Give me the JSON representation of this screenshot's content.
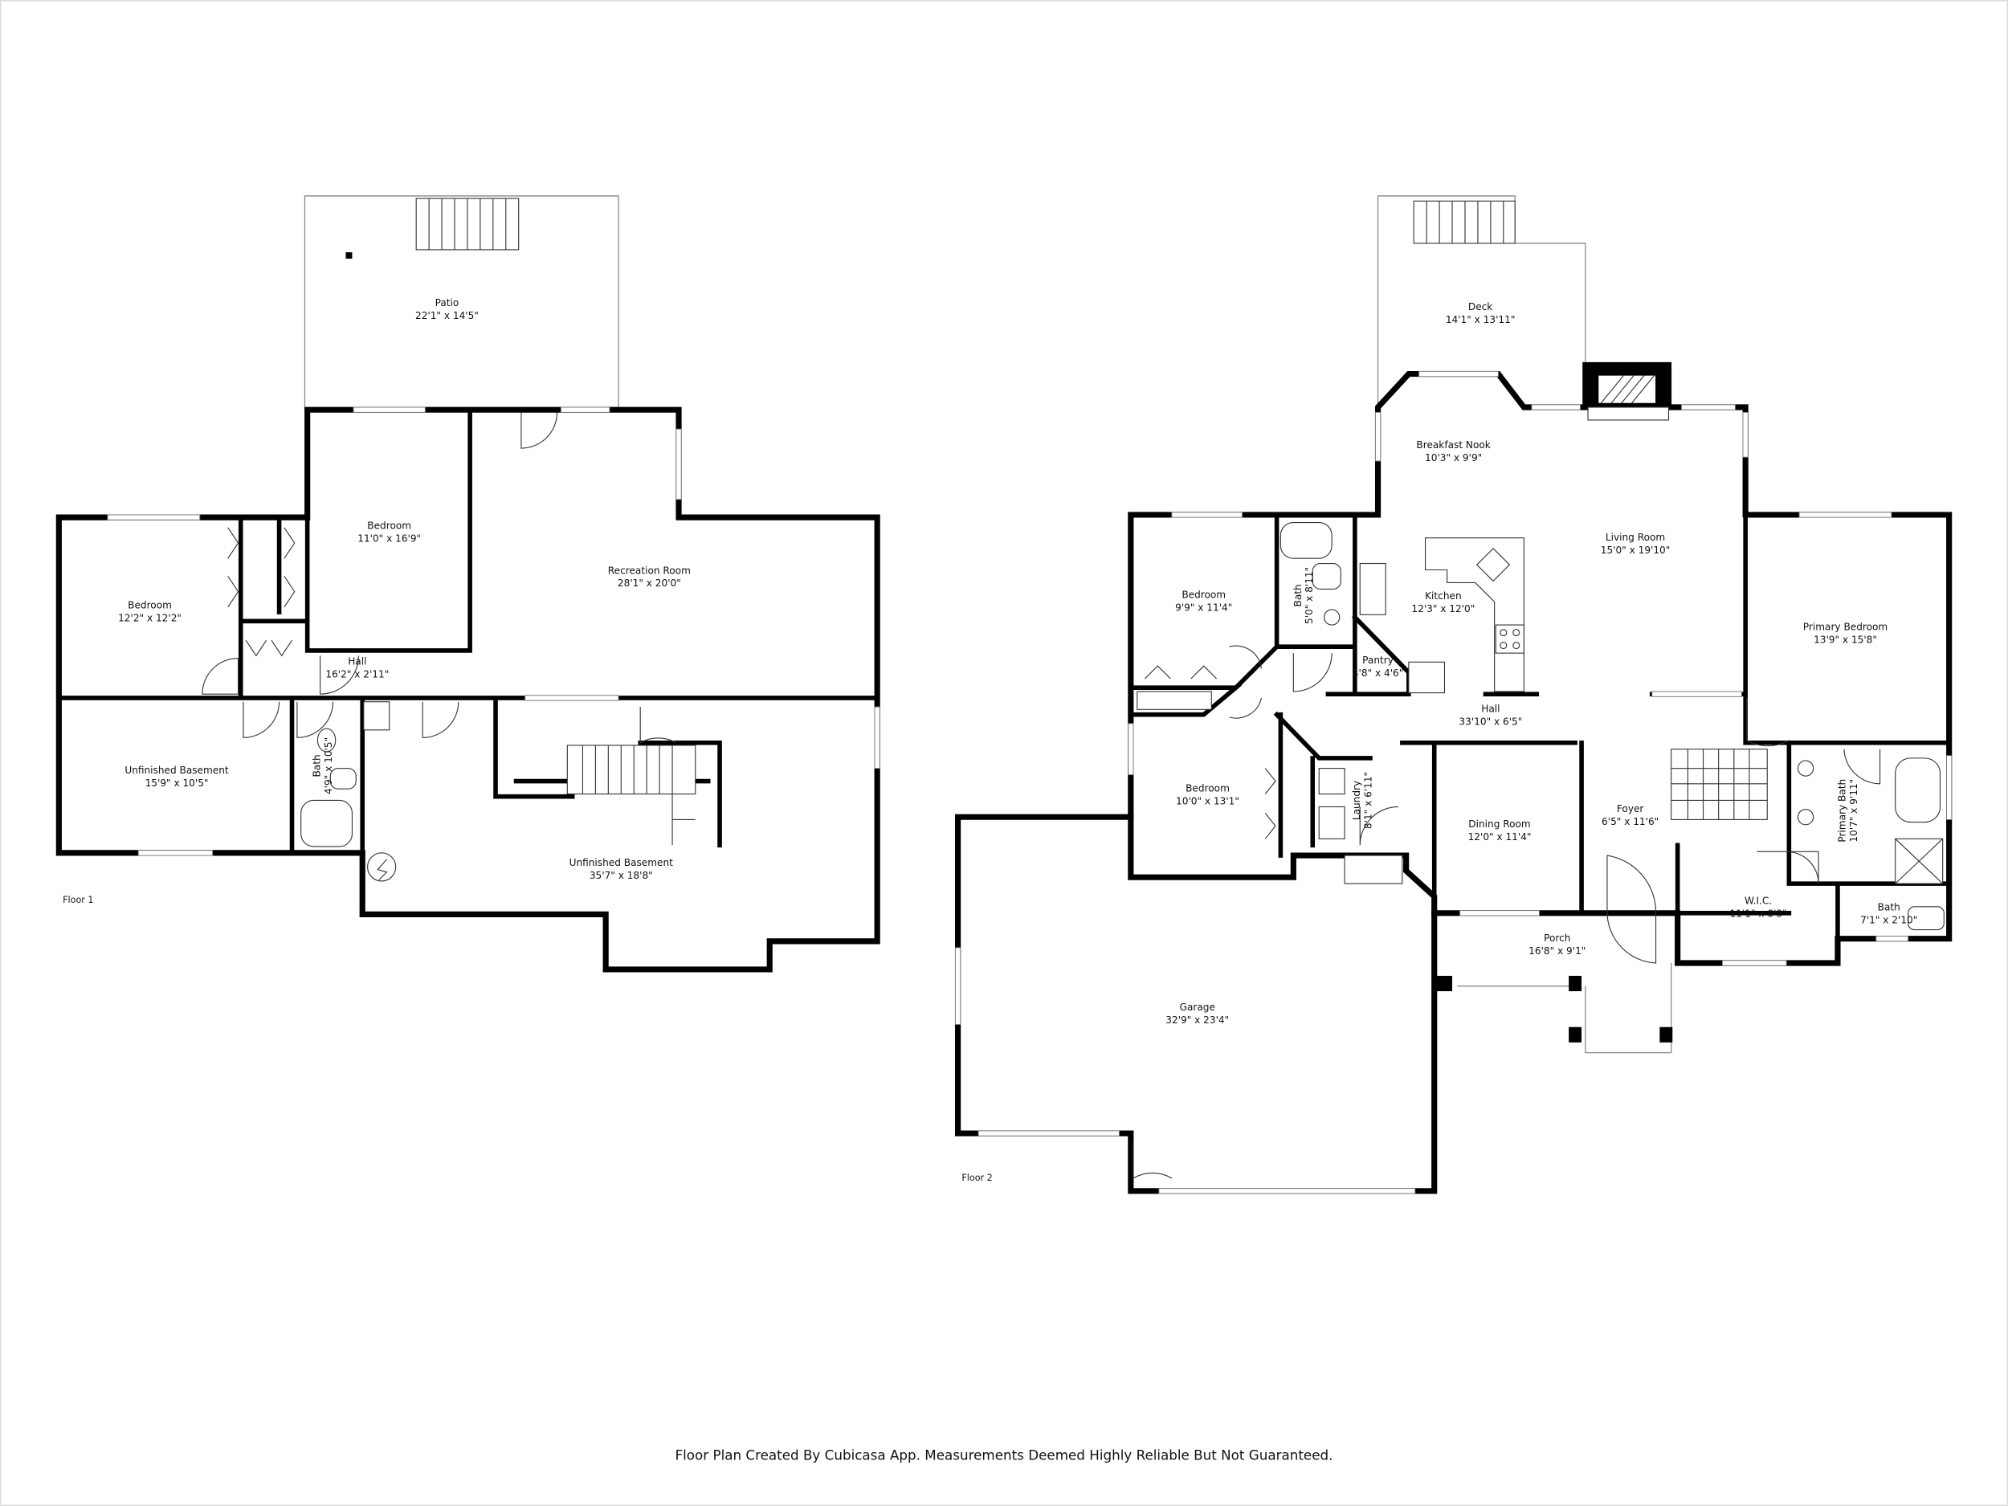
{
  "floor1": {
    "label": "Floor 1",
    "rooms": [
      {
        "name": "Patio",
        "dims": "22'1\" x 14'5\""
      },
      {
        "name": "Bedroom",
        "dims": "11'0\" x 16'9\""
      },
      {
        "name": "Recreation Room",
        "dims": "28'1\" x 20'0\""
      },
      {
        "name": "Bedroom",
        "dims": "12'2\" x 12'2\""
      },
      {
        "name": "Hall",
        "dims": "16'2\" x 2'11\""
      },
      {
        "name": "Unfinished Basement",
        "dims": "15'9\" x 10'5\""
      },
      {
        "name": "Bath",
        "dims": "4'9\" x 10'5\""
      },
      {
        "name": "Unfinished Basement",
        "dims": "35'7\" x 18'8\""
      }
    ]
  },
  "floor2": {
    "label": "Floor 2",
    "rooms": [
      {
        "name": "Deck",
        "dims": "14'1\" x 13'11\""
      },
      {
        "name": "Breakfast Nook",
        "dims": "10'3\" x 9'9\""
      },
      {
        "name": "Living Room",
        "dims": "15'0\" x 19'10\""
      },
      {
        "name": "Bedroom",
        "dims": "9'9\" x 11'4\""
      },
      {
        "name": "Bath",
        "dims": "5'0\" x 8'11\""
      },
      {
        "name": "Kitchen",
        "dims": "12'3\" x 12'0\""
      },
      {
        "name": "Pantry",
        "dims": "4'8\" x 4'6\""
      },
      {
        "name": "Primary Bedroom",
        "dims": "13'9\" x 15'8\""
      },
      {
        "name": "Hall",
        "dims": "33'10\" x 6'5\""
      },
      {
        "name": "Bedroom",
        "dims": "10'0\" x 13'1\""
      },
      {
        "name": "Laundry",
        "dims": "8'1\" x 6'11\""
      },
      {
        "name": "Dining Room",
        "dims": "12'0\" x 11'4\""
      },
      {
        "name": "Foyer",
        "dims": "6'5\" x 11'6\""
      },
      {
        "name": "Primary Bath",
        "dims": "10'7\" x 9'11\""
      },
      {
        "name": "W.I.C.",
        "dims": "11'1\" x 8'3\""
      },
      {
        "name": "Bath",
        "dims": "7'1\" x 2'10\""
      },
      {
        "name": "Porch",
        "dims": "16'8\" x 9'1\""
      },
      {
        "name": "Garage",
        "dims": "32'9\" x 23'4\""
      }
    ]
  },
  "footer": "Floor Plan Created By Cubicasa App. Measurements Deemed Highly Reliable But Not Guaranteed."
}
